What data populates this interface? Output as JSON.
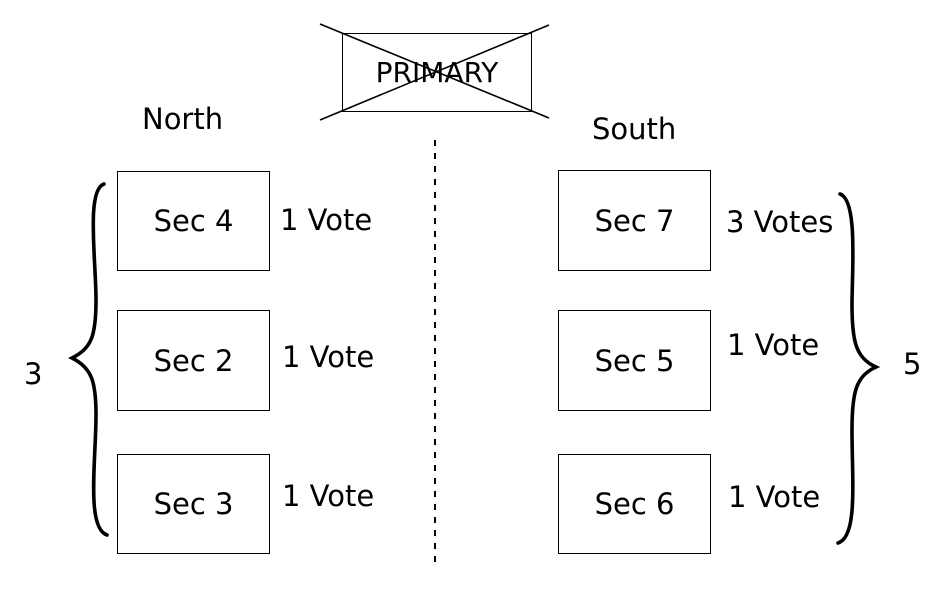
{
  "primary": {
    "label": "PRIMARY",
    "crossed_out": true
  },
  "divider": "dashed",
  "regions": {
    "north": {
      "name": "North",
      "total": "3",
      "sections": [
        {
          "label": "Sec 4",
          "votes": "1 Vote"
        },
        {
          "label": "Sec 2",
          "votes": "1 Vote"
        },
        {
          "label": "Sec 3",
          "votes": "1 Vote"
        }
      ]
    },
    "south": {
      "name": "South",
      "total": "5",
      "sections": [
        {
          "label": "Sec 7",
          "votes": "3 Votes"
        },
        {
          "label": "Sec 5",
          "votes": "1 Vote"
        },
        {
          "label": "Sec 6",
          "votes": "1 Vote"
        }
      ]
    }
  }
}
